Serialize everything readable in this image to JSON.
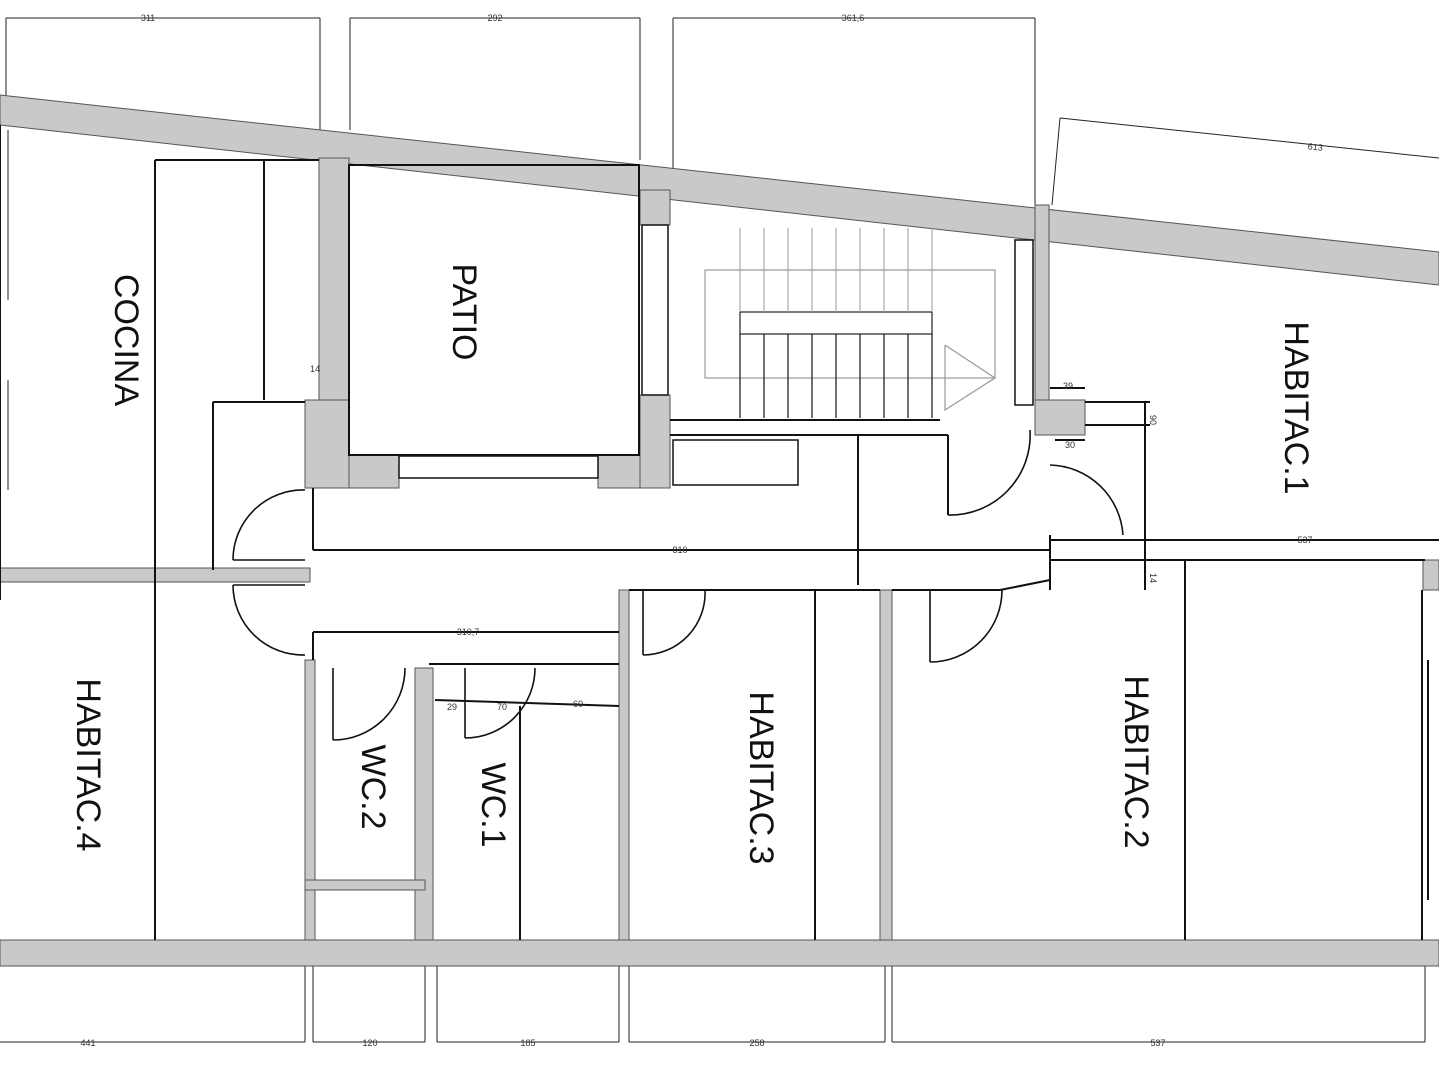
{
  "rooms": {
    "cocina": "COCINA",
    "patio": "PATIO",
    "habitac1": "HABITAC.1",
    "habitac2": "HABITAC.2",
    "habitac3": "HABITAC.3",
    "habitac4": "HABITAC.4",
    "wc1": "WC.1",
    "wc2": "WC.2"
  },
  "dimensions": {
    "top_1": "311",
    "top_2": "292",
    "top_3": "361,6",
    "top_4": "613",
    "bottom_1": "441",
    "bottom_2": "120",
    "bottom_3": "185",
    "bottom_4": "258",
    "bottom_5": "537",
    "corridor_length": "810",
    "hall_right": "537",
    "wc_span": "310,7",
    "stair_gap": "14",
    "small_a": "39",
    "small_b": "30",
    "small_c": "29",
    "small_d": "70",
    "small_e": "60",
    "small_f": "90",
    "small_g": "14"
  }
}
